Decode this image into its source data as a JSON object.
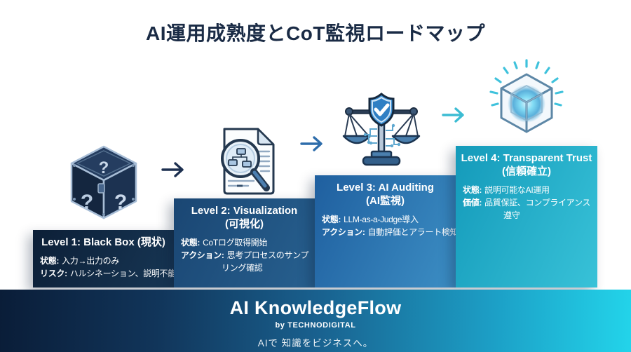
{
  "title": "AI運用成熟度とCoT監視ロードマップ",
  "levels": [
    {
      "title": "Level 1: Black Box (現状)",
      "title2": "",
      "rows": [
        {
          "label": "状態:",
          "text": "入力→出力のみ"
        },
        {
          "label": "リスク:",
          "text": "ハルシネーション、説明不能"
        }
      ]
    },
    {
      "title": "Level 2: Visualization",
      "title2": "(可視化)",
      "rows": [
        {
          "label": "状態:",
          "text": "CoTログ取得開始"
        },
        {
          "label": "アクション:",
          "text": "思考プロセスのサンプ"
        },
        {
          "label": "",
          "text": "リング確認"
        }
      ]
    },
    {
      "title": "Level 3: AI Auditing",
      "title2": "(AI監視)",
      "rows": [
        {
          "label": "状態:",
          "text": "LLM-as-a-Judge導入"
        },
        {
          "label": "アクション:",
          "text": "自動評価とアラート検知"
        }
      ]
    },
    {
      "title": "Level 4: Transparent Trust",
      "title2": "(信頼確立)",
      "rows": [
        {
          "label": "状態:",
          "text": "説明可能なAI運用"
        },
        {
          "label": "価値:",
          "text": "品質保証、コンプライアンス"
        },
        {
          "label": "",
          "text": "遵守"
        }
      ]
    }
  ],
  "icons": {
    "level1": "mystery-box-icon",
    "level2": "document-magnifier-icon",
    "level3": "scales-audit-icon",
    "level4": "transparent-cube-icon",
    "between_levels": "arrow-right-icon"
  },
  "footer": {
    "brand": "AI KnowledgeFlow",
    "byline": "by TECHNODIGITAL",
    "tagline": "AIで 知識をビジネスへ。"
  },
  "colors": {
    "title_text": "#1A2B45",
    "level1_bg": "#12283F",
    "level2_bg": "#1D4E80",
    "level3_bg": "#2A76B1",
    "level4_bg": "#1FA9C6",
    "footer_left": "#0A1D38",
    "footer_right": "#23D4EA",
    "arrow1": "#1D3050",
    "arrow2": "#2E6DAB",
    "arrow3": "#3CBCD3"
  }
}
